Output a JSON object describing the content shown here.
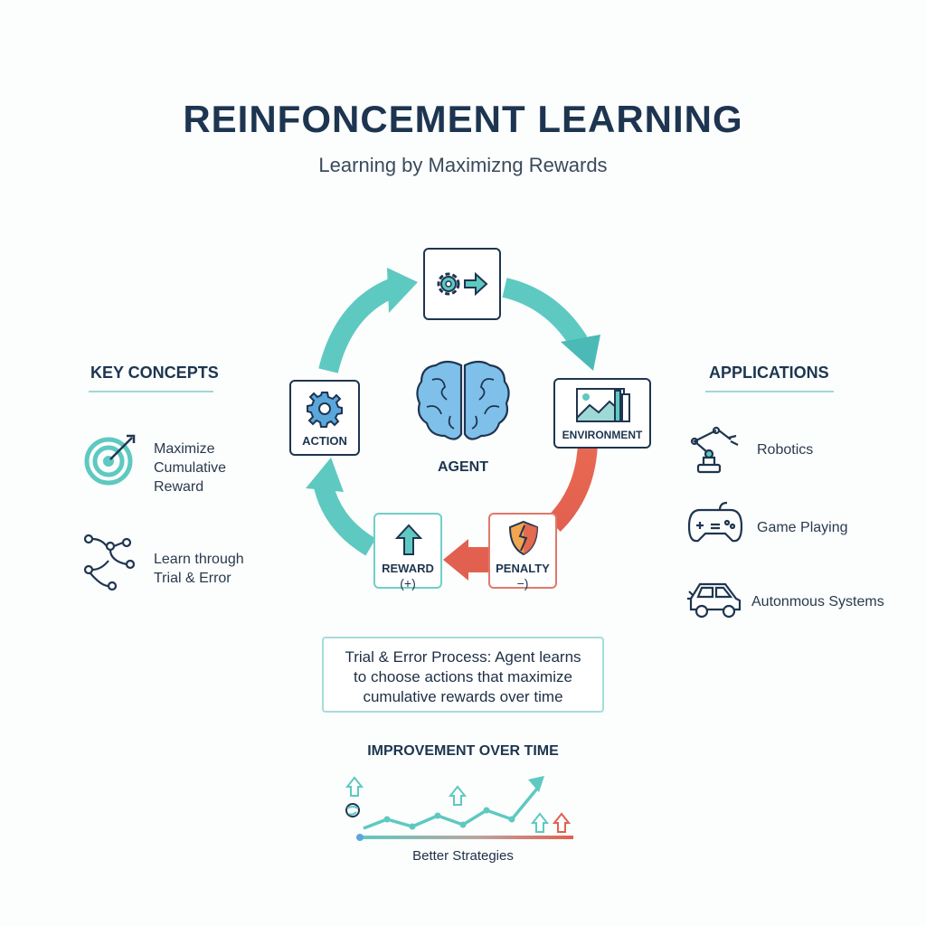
{
  "header": {
    "title": "REINFONCEMENT LEARNING",
    "subtitle": "Learning by Maximizng Rewards"
  },
  "key_concepts": {
    "heading": "KEY CONCEPTS",
    "items": [
      {
        "icon": "target-icon",
        "lines": [
          "Maximize",
          "Cumulative",
          "Reward"
        ]
      },
      {
        "icon": "branching-path-icon",
        "lines": [
          "Learn through",
          "Trial & Error"
        ]
      }
    ]
  },
  "applications": {
    "heading": "APPLICATIONS",
    "items": [
      {
        "icon": "robot-arm-icon",
        "label": "Robotics"
      },
      {
        "icon": "gamepad-icon",
        "label": "Game Playing"
      },
      {
        "icon": "car-icon",
        "label": "Autonmous Systems"
      }
    ]
  },
  "cycle": {
    "agent_label": "AGENT",
    "action_label": "ACTION",
    "environment_label": "ENVIRONMENT",
    "reward_label": "REWARD",
    "reward_sign": "(+)",
    "penalty_label": "PENALTY",
    "penalty_sign": "−)",
    "top_icon": "gear-arrow-icon",
    "colors": {
      "teal": "#5ec9c1",
      "red": "#e2604f",
      "navy": "#1f3550",
      "brain_blue": "#5aa7dc"
    }
  },
  "info": {
    "lines": [
      "Trial & Error Process: Agent learns",
      "to choose actions that maximize",
      "cumulative rewards over time"
    ]
  },
  "improvement": {
    "heading": "IMPROVEMENT OVER TIME",
    "footer": "Better Strategies"
  }
}
